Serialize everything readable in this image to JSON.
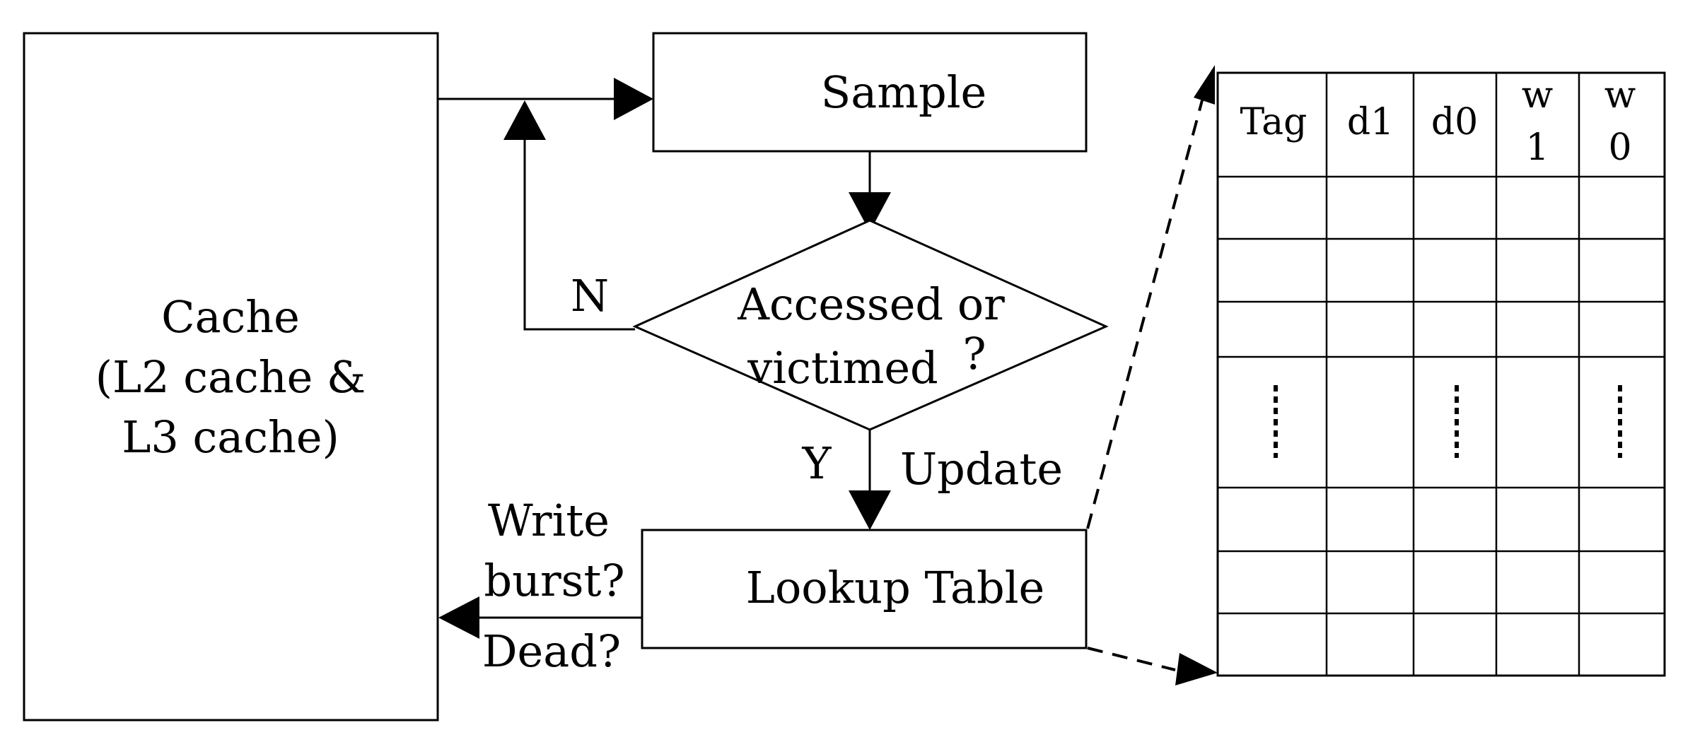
{
  "cache_box": {
    "line1": "Cache",
    "line2": "(L2 cache &",
    "line3": "L3 cache)"
  },
  "sample_box": {
    "label": "Sample"
  },
  "decision": {
    "line1": "Accessed or",
    "line2": "victimed",
    "question_mark": "?",
    "no_label": "N",
    "yes_label": "Y",
    "update_label": "Update"
  },
  "lookup_box": {
    "label": "Lookup Table"
  },
  "output_labels": {
    "write": "Write",
    "burst": "burst?",
    "dead": "Dead?"
  },
  "table": {
    "headers": [
      {
        "line1": "Tag",
        "line2": ""
      },
      {
        "line1": "d1",
        "line2": ""
      },
      {
        "line1": "d0",
        "line2": ""
      },
      {
        "line1": "w",
        "line2": "1"
      },
      {
        "line1": "w",
        "line2": "0"
      }
    ],
    "empty_rows": 7,
    "ellipsis_columns": [
      "Tag",
      "d0",
      "w0"
    ]
  },
  "colors": {
    "line": "#000000",
    "background": "#ffffff"
  }
}
